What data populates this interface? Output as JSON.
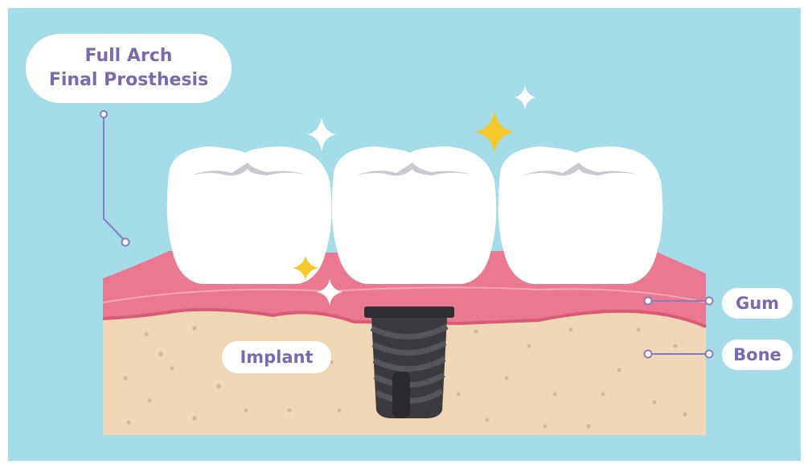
{
  "labels": {
    "prosthesis_line1": "Full Arch",
    "prosthesis_line2": "Final Prosthesis",
    "implant": "Implant",
    "gum": "Gum",
    "bone": "Bone"
  },
  "colors": {
    "background": "#a4dcea",
    "label_text": "#7a6aae",
    "leader_line": "#8a7cc0",
    "gum": "#ea7890",
    "bone": "#f2d7b6",
    "implant": "#3b3b3f",
    "tooth": "#ffffff",
    "sparkle_gold": "#f5c92b",
    "sparkle_white": "#ffffff"
  },
  "icons": [
    "sparkle-icon",
    "tooth-icon",
    "implant-screw-icon"
  ]
}
